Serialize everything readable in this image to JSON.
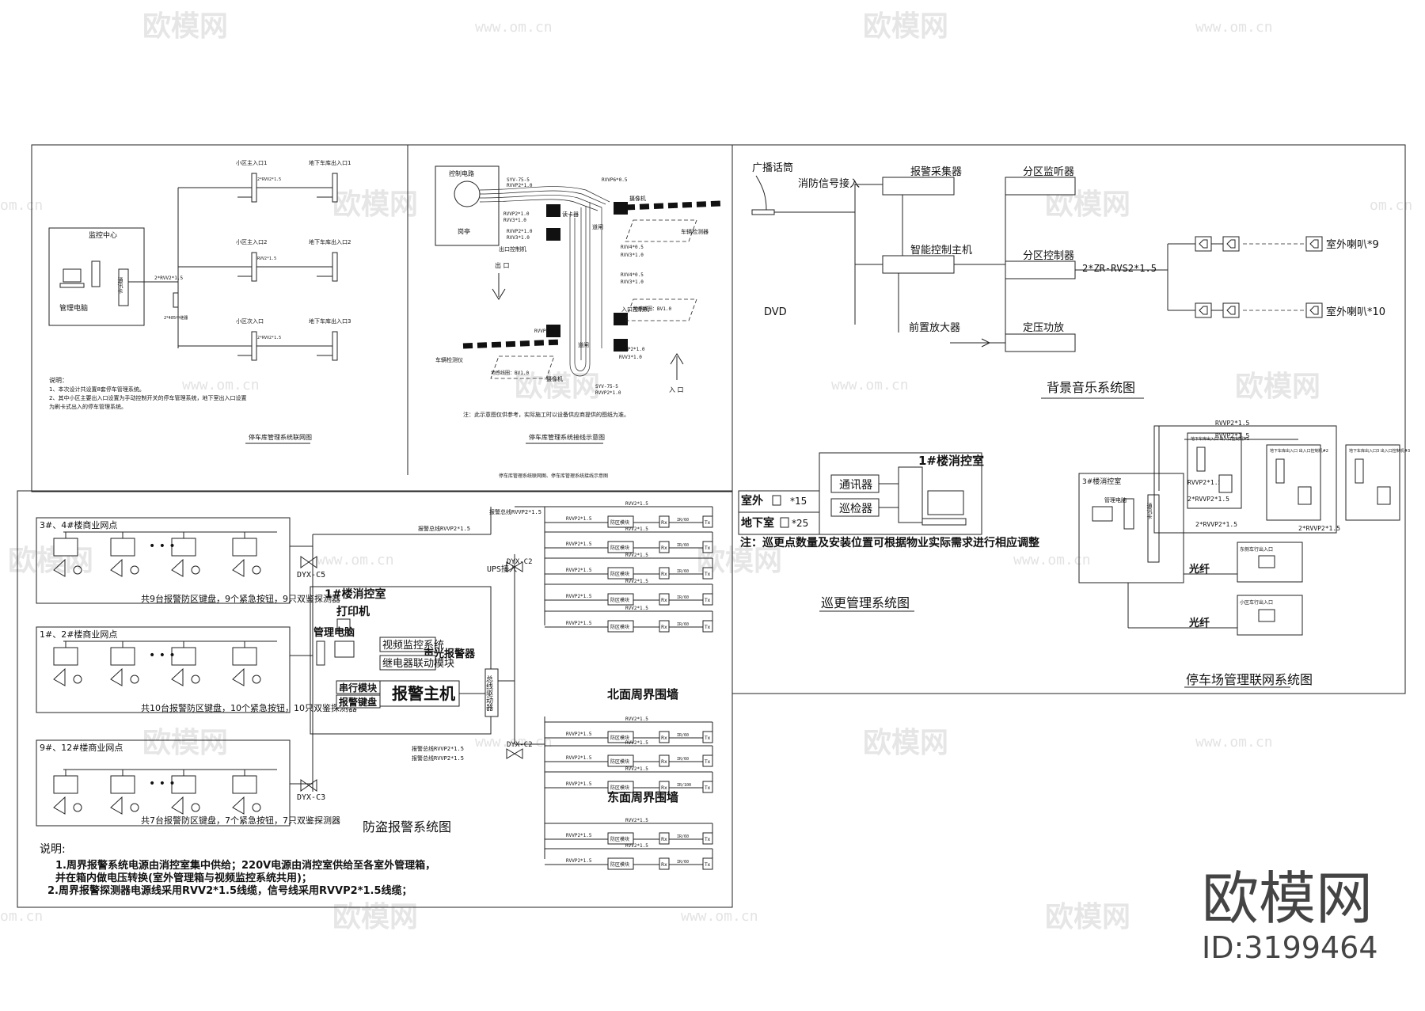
{
  "watermark": {
    "brand": "欧模网",
    "url": "www.om.cn",
    "url_short": "om.cn",
    "id": "ID:3199464"
  },
  "parking_network": {
    "center": "监控中心",
    "pc": "管理电脑",
    "card": "通讯卡",
    "cable": "2*RVV2*1.5",
    "converter": "2*485中继器",
    "entries": [
      "小区主入口1",
      "小区主入口2",
      "小区次入口"
    ],
    "basement": [
      "地下车库出入口1",
      "地下车库出入口2",
      "地下车库出入口3"
    ],
    "cable_small": [
      "2*RVV2*1.5",
      "RVV2*1.5",
      "2*RVV2*1.5"
    ],
    "notes_title": "说明：",
    "notes": [
      "1、本次设计共设置8套停车管理系统。",
      "2、其中小区主要出入口设置为手动控制开关的停车管理系统，地下室出入口设置",
      "为刷卡式出入的停车管理系统。"
    ],
    "title": "停车库管理系统联网图"
  },
  "parking_wiring": {
    "booth": "岗亭",
    "control_circuit": "控制电路",
    "cables": [
      "SYV-75-5",
      "RVVP2*1.0",
      "RVVP6*0.5",
      "RVVP2*1.0",
      "RVV3*1.0",
      "RVVP2*1.0",
      "RVV3*1.0",
      "RVV4*0.5",
      "RVV3*1.0",
      "RVV4*0.5",
      "RVV3*1.0",
      "RVVP6*0.5",
      "RVVP2*1.0",
      "RVV3*1.0",
      "SYV-75-5",
      "RVVP2*1.0"
    ],
    "reader": "读卡器",
    "exit_ctrl": "出口控制机",
    "entry_ctrl": "入口控制机",
    "camera": "摄像机",
    "gate": "道闸",
    "detector": "车辆检测器",
    "loop_detector": "车辆检测仪",
    "loop1": "地感线圈：BV1.0",
    "loop2": "地感线圈：BV1.0",
    "exit": "出 口",
    "entry": "入 口",
    "note": "注：此示意图仅供参考，实际施工时以设备供应商提供的图纸为准。",
    "title": "停车库管理系统接线示意图",
    "caption": "停车库管理系统联网图、停车库管理系统接线示意图"
  },
  "bgm": {
    "mic": "广播话筒",
    "fire_signal": "消防信号接入",
    "collector": "报警采集器",
    "zone_monitor": "分区监听器",
    "smart_host": "智能控制主机",
    "zone_ctrl": "分区控制器",
    "cable": "2*ZR-RVS2*1.5",
    "speakers1": "室外喇叭*9",
    "speakers2": "室外喇叭*10",
    "dvd": "DVD",
    "preamp": "前置放大器",
    "amp": "定压功放",
    "title": "背景音乐系统图"
  },
  "patrol": {
    "room": "1#楼消控室",
    "comm": "通讯器",
    "checker": "巡检器",
    "outdoor": "室外",
    "outdoor_qty": "*15",
    "basement": "地下室",
    "basement_qty": "*25",
    "note": "注：巡更点数量及安装位置可根据物业实际需求进行相应调整",
    "title": "巡更管理系统图"
  },
  "parking_lan": {
    "room": "3#楼消控室",
    "pc": "管理电脑",
    "card": "通讯卡",
    "cable1": "RVVP2*1.5",
    "cable2": "RVVP2*1.5",
    "cable3": "RVVP2*1.5",
    "cable4": "2*RVVP2*1.5",
    "cable5": "2*RVVP2*1.5",
    "cable6": "2*RVVP2*1.5",
    "entries": [
      "地下车库出入口 出入口控制机#1",
      "地下车库出入口 出入口控制机#2",
      "地下车库出入口3 出入口控制机#3"
    ],
    "fiber1": "光纤",
    "fiber2": "光纤",
    "remote1": "东侧车行出入口",
    "remote2": "小区车行出入口",
    "title": "停车场管理联网系统图"
  },
  "alarm": {
    "zone1": "3#、4#楼商业网点",
    "zone2": "1#、2#楼商业网点",
    "zone3": "9#、12#楼商业网点",
    "sum1": "共9台报警防区键盘，9个紧急按钮，9只双鉴探测器",
    "sum2": "共10台报警防区键盘，10个紧急按钮，10只双鉴探测器",
    "sum3": "共7台报警防区键盘，7个紧急按钮，7只双鉴探测器",
    "bus": "报警总线RVVP2*1.5",
    "bus2": "报警总线RVVP2*1.5",
    "bus3": "报警总线RVVP2*1.5",
    "bus4": "报警总线RVVP2*1.5",
    "dyx": [
      "DYX-C5",
      "DYX-C2",
      "DYX-C2",
      "DYX-C3"
    ],
    "ups": "UPS接入",
    "room": "1#楼消控室",
    "printer": "打印机",
    "pc": "管理电脑",
    "video": "视频监控系统",
    "siren": "声光报警器",
    "relay": "继电器联动模块",
    "serial": "串行模块",
    "keyboard": "报警键盘",
    "host": "报警主机",
    "driver": "总线驱动器",
    "north": "北面周界围墙",
    "east": "东面周界围墙",
    "module": "防区模块",
    "rx": "Rx",
    "tx": "Tx",
    "ir": "IR/60",
    "ir2": "IR/100",
    "cable": "RVVP2*1.5",
    "cable2": "RVV2*1.5",
    "title": "防盗报警系统图",
    "notes_title": "说明:",
    "notes": [
      "1.周界报警系统电源由消控室集中供给；220V电源由消控室供给至各室外管理箱，",
      "并在箱内做电压转换(室外管理箱与视频监控系统共用)；",
      "2.周界报警探测器电源线采用RVV2*1.5线缆，信号线采用RVVP2*1.5线缆；"
    ]
  }
}
